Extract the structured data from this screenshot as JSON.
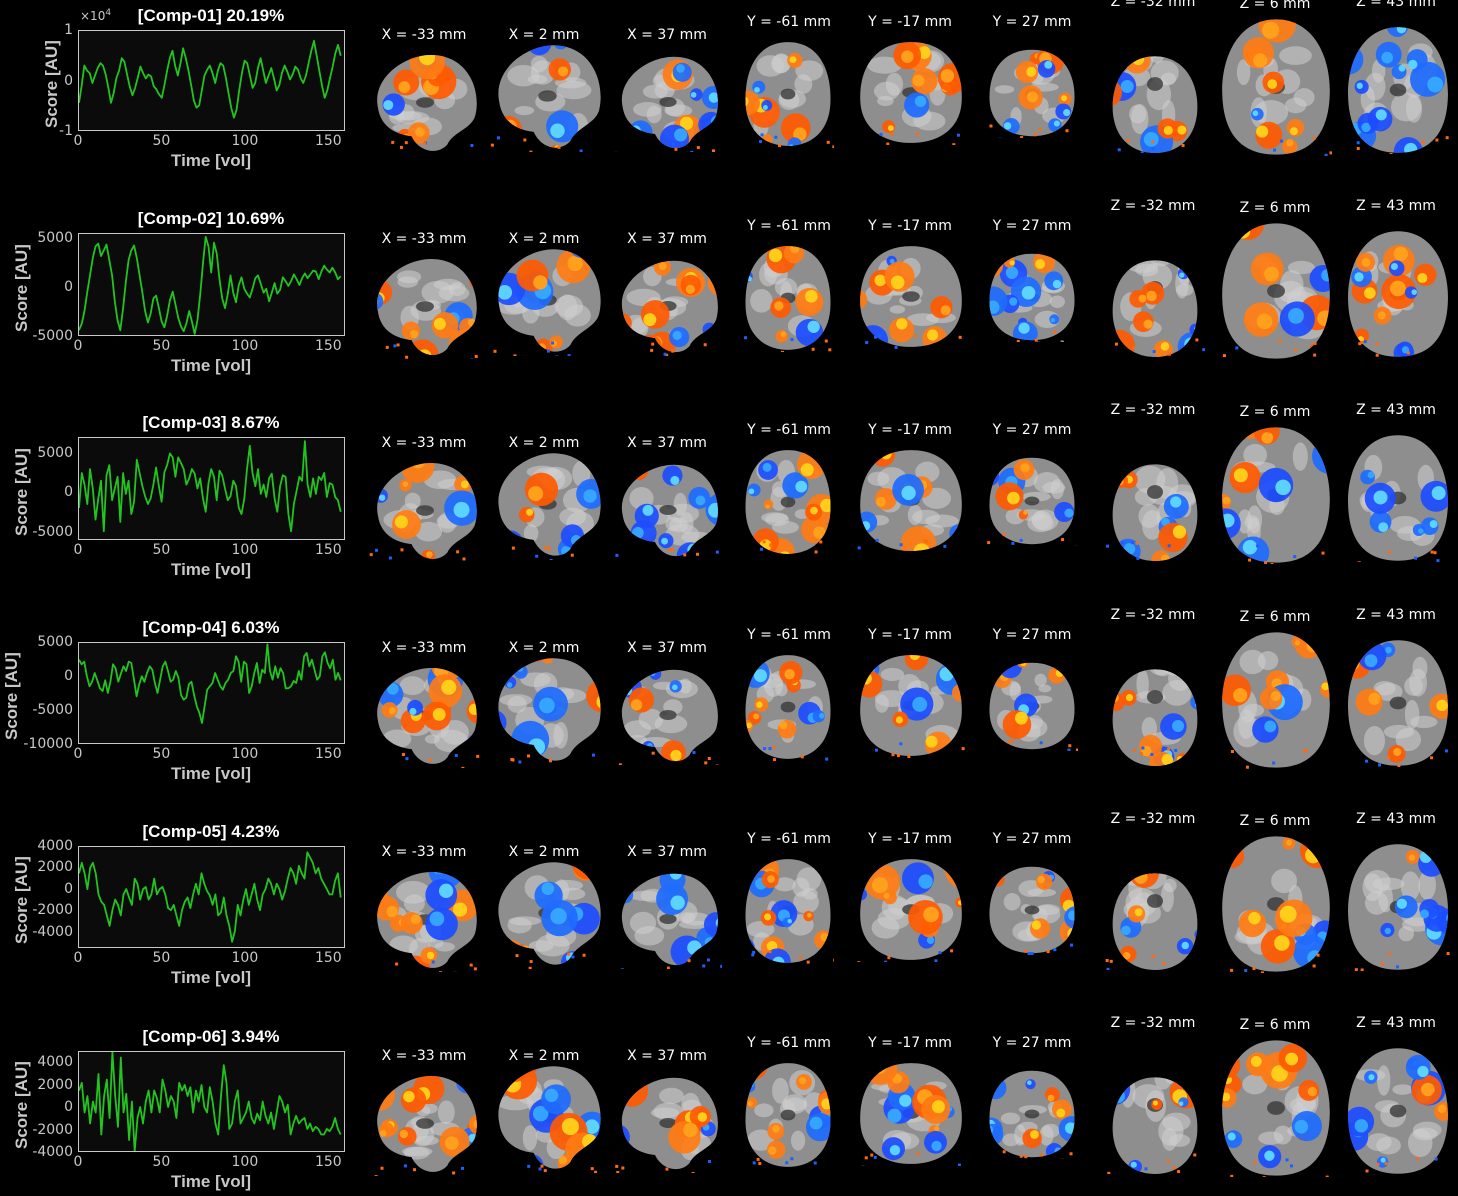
{
  "colors": {
    "background": "#000000",
    "trace": "#22c41f",
    "axis": "#c8c8c8",
    "positive_map": "#ff6a10",
    "positive_peak": "#ffd21a",
    "negative_map": "#1c60ff",
    "negative_peak": "#3fc8ff"
  },
  "axis_labels": {
    "x": "Time [vol]",
    "y": "Score [AU]"
  },
  "x_ticks": [
    "0",
    "50",
    "100",
    "150"
  ],
  "slice_labels": [
    "X = -33 mm",
    "X = 2 mm",
    "X = 37 mm",
    "Y = -61 mm",
    "Y = -17 mm",
    "Y = 27 mm",
    "Z = -32 mm",
    "Z = 6 mm",
    "Z = 43 mm"
  ],
  "multiplier": {
    "base": "×10",
    "exp": "4"
  },
  "chart_data": [
    {
      "type": "line",
      "title": "[Comp-01] 20.19%",
      "xlabel": "Time [vol]",
      "ylabel": "Score [AU]",
      "xlim": [
        0,
        160
      ],
      "ylim": [
        -1,
        1
      ],
      "multiplier": "×10^4",
      "yticks": [
        "-1",
        "0",
        "1"
      ],
      "series": [
        {
          "values": [
            -0.45,
            -0.1,
            0.3,
            0.2,
            0.15,
            -0.05,
            0.1,
            0.25,
            0.35,
            0.3,
            0.12,
            -0.15,
            -0.45,
            -0.25,
            0.05,
            0.2,
            0.45,
            0.38,
            0.12,
            -0.12,
            -0.3,
            -0.15,
            0.05,
            0.28,
            0.15,
            0.04,
            0.12,
            0.08,
            -0.12,
            -0.18,
            -0.28,
            -0.35,
            -0.1,
            0.2,
            0.45,
            0.6,
            0.3,
            0.1,
            0.35,
            0.65,
            0.45,
            0.2,
            -0.1,
            -0.4,
            -0.55,
            -0.5,
            -0.2,
            0.1,
            0.22,
            0.3,
            0.15,
            -0.05,
            0.2,
            0.35,
            0.3,
            0.05,
            -0.25,
            -0.55,
            -0.75,
            -0.6,
            -0.2,
            0.15,
            0.4,
            0.35,
            0.1,
            -0.15,
            -0.05,
            0.25,
            0.45,
            0.2,
            -0.05,
            0.1,
            0.25,
            0.05,
            -0.2,
            -0.1,
            0.15,
            0.3,
            0.18,
            0.02,
            0.12,
            0.28,
            0.22,
            0.05,
            -0.05,
            0.1,
            0.35,
            0.6,
            0.8,
            0.5,
            0.2,
            -0.1,
            -0.35,
            -0.2,
            0.05,
            0.28,
            0.55,
            0.72,
            0.5
          ]
        }
      ]
    },
    {
      "type": "line",
      "title": "[Comp-02] 10.69%",
      "xlabel": "Time [vol]",
      "ylabel": "Score [AU]",
      "xlim": [
        0,
        160
      ],
      "ylim": [
        -5000,
        5500
      ],
      "yticks": [
        "-5000",
        "0",
        "5000"
      ],
      "series": [
        {
          "values": [
            -4500,
            -3800,
            -2500,
            -500,
            1200,
            3000,
            4200,
            4500,
            3200,
            3800,
            4400,
            2800,
            1200,
            -1500,
            -3500,
            -4500,
            -2200,
            500,
            2800,
            3800,
            4300,
            3000,
            1200,
            -600,
            -2500,
            -3700,
            -2800,
            -1200,
            -900,
            -2200,
            -3600,
            -4200,
            -3000,
            -1400,
            -500,
            -1800,
            -3200,
            -4100,
            -4600,
            -3800,
            -2500,
            -3600,
            -4900,
            -3500,
            -800,
            2500,
            5200,
            4200,
            1500,
            4600,
            3500,
            800,
            -1200,
            -2200,
            -800,
            1200,
            -600,
            -1600,
            200,
            1000,
            -200,
            -700,
            -1100,
            -200,
            900,
            1200,
            300,
            -600,
            -200,
            -1500,
            -600,
            400,
            -700,
            -300,
            1000,
            600,
            100,
            600,
            1300,
            800,
            200,
            900,
            1400,
            900,
            1300,
            1700,
            1600,
            800,
            1600,
            2200,
            1800,
            1500,
            2000,
            1500,
            800,
            1100
          ]
        }
      ]
    },
    {
      "type": "line",
      "title": "[Comp-03] 8.67%",
      "xlabel": "Time [vol]",
      "ylabel": "Score [AU]",
      "xlim": [
        0,
        160
      ],
      "ylim": [
        -6000,
        7000
      ],
      "yticks": [
        "-5000",
        "0",
        "5000"
      ],
      "series": [
        {
          "values": [
            -2000,
            2500,
            1000,
            -1500,
            3000,
            500,
            -3500,
            -800,
            1500,
            -5000,
            2200,
            3500,
            -1000,
            500,
            2000,
            -3800,
            2500,
            -200,
            1500,
            -2800,
            -1200,
            4200,
            2500,
            800,
            -500,
            -1500,
            -800,
            1000,
            3200,
            800,
            -1200,
            2600,
            3500,
            5000,
            4500,
            2000,
            4500,
            3800,
            3000,
            1000,
            1800,
            3000,
            2400,
            500,
            1800,
            -800,
            -2500,
            1200,
            3000,
            2000,
            -1000,
            2800,
            2200,
            500,
            -1000,
            -500,
            1500,
            800,
            -2000,
            -2800,
            -800,
            3000,
            6000,
            2500,
            800,
            3000,
            -200,
            1000,
            -600,
            1800,
            2400,
            -800,
            -2500,
            800,
            2200,
            2000,
            -2800,
            -5000,
            -1500,
            200,
            2000,
            1500,
            6600,
            1000,
            -600,
            1800,
            -200,
            2000,
            1600,
            2500,
            -600,
            1200,
            1000,
            -600,
            -1000,
            -2500
          ]
        }
      ]
    },
    {
      "type": "line",
      "title": "[Comp-04] 6.03%",
      "xlabel": "Time [vol]",
      "ylabel": "Score [AU]",
      "xlim": [
        0,
        160
      ],
      "ylim": [
        -10000,
        5000
      ],
      "yticks": [
        "5000",
        "0",
        "-5000",
        "-10000"
      ],
      "series": [
        {
          "values": [
            2500,
            1800,
            2200,
            0,
            -1500,
            -800,
            500,
            -600,
            -1800,
            -2200,
            -600,
            -2500,
            -800,
            1800,
            1200,
            -800,
            400,
            1500,
            800,
            2200,
            2000,
            -500,
            -3000,
            -1200,
            0,
            -800,
            500,
            1500,
            1000,
            -1000,
            -2500,
            -500,
            1500,
            2200,
            800,
            -800,
            -500,
            800,
            -200,
            -2800,
            -3500,
            -3200,
            -1200,
            -800,
            -2800,
            -4500,
            -5500,
            -7000,
            -4500,
            -2000,
            -1500,
            -1000,
            500,
            -500,
            -1500,
            -2000,
            -1000,
            -500,
            500,
            800,
            3000,
            2200,
            -800,
            2200,
            1800,
            -2500,
            -1500,
            500,
            2000,
            -1000,
            1000,
            500,
            4800,
            800,
            -500,
            1500,
            -200,
            1200,
            500,
            -1800,
            -1800,
            -1500,
            -700,
            -1000,
            800,
            -500,
            3000,
            3500,
            1500,
            2500,
            1000,
            -500,
            0,
            3000,
            3600,
            2000,
            1200,
            2500,
            -500,
            500,
            -600
          ]
        }
      ]
    },
    {
      "type": "line",
      "title": "[Comp-05] 4.23%",
      "xlabel": "Time [vol]",
      "ylabel": "Score [AU]",
      "xlim": [
        0,
        160
      ],
      "ylim": [
        -5500,
        4000
      ],
      "yticks": [
        "4000",
        "2000",
        "0",
        "-2000",
        "-4000"
      ],
      "series": [
        {
          "values": [
            1500,
            2500,
            1500,
            0,
            2000,
            2500,
            1500,
            -500,
            -1200,
            -1500,
            -2500,
            -3500,
            -2000,
            -1000,
            -1500,
            -2500,
            -500,
            0,
            -800,
            -1500,
            1000,
            500,
            -1000,
            0,
            200,
            -1000,
            -500,
            1000,
            -500,
            0,
            200,
            -500,
            -1800,
            -2000,
            -1500,
            -2500,
            -3500,
            -2000,
            -1200,
            -800,
            -1800,
            -500,
            500,
            -500,
            1500,
            500,
            -200,
            -600,
            -1500,
            -500,
            -2500,
            -2200,
            -800,
            -2500,
            -3500,
            -5000,
            -4000,
            -1500,
            -2500,
            -1000,
            0,
            -1500,
            -500,
            500,
            -1000,
            -2000,
            -500,
            0,
            1000,
            500,
            -500,
            500,
            0,
            -1000,
            -200,
            1000,
            2000,
            1500,
            500,
            2200,
            1500,
            1000,
            3500,
            3000,
            2500,
            1500,
            2000,
            1000,
            500,
            0,
            -500,
            -500,
            800,
            1500,
            -800
          ]
        }
      ]
    },
    {
      "type": "line",
      "title": "[Comp-06] 3.94%",
      "xlabel": "Time [vol]",
      "ylabel": "Score [AU]",
      "xlim": [
        0,
        160
      ],
      "ylim": [
        -4000,
        5000
      ],
      "yticks": [
        "4000",
        "2000",
        "0",
        "-2000",
        "-4000"
      ],
      "series": [
        {
          "values": [
            1500,
            2200,
            -500,
            1000,
            -1500,
            500,
            -500,
            3000,
            -2500,
            1000,
            2500,
            -1000,
            5000,
            1000,
            -1800,
            4500,
            -500,
            1200,
            -3000,
            500,
            -4000,
            -1000,
            0,
            -1500,
            500,
            1500,
            -500,
            1500,
            800,
            -500,
            2500,
            1500,
            0,
            1000,
            500,
            -1000,
            2200,
            1500,
            2000,
            1000,
            1800,
            -500,
            1500,
            500,
            2000,
            0,
            -500,
            1800,
            500,
            -1500,
            -2500,
            1000,
            3800,
            2200,
            -2000,
            -1500,
            500,
            1500,
            -1500,
            -1000,
            -500,
            500,
            -1000,
            -1500,
            -600,
            -1200,
            500,
            -800,
            -1500,
            -500,
            -2000,
            -500,
            1000,
            500,
            -500,
            200,
            -2500,
            -1500,
            -800,
            -1500,
            -1200,
            -1000,
            -2000,
            -1500,
            -2200,
            -1800,
            -2000,
            -2500,
            -2500,
            -2000,
            -2200,
            -1800,
            -1000,
            -2000,
            -2500
          ]
        }
      ]
    }
  ]
}
